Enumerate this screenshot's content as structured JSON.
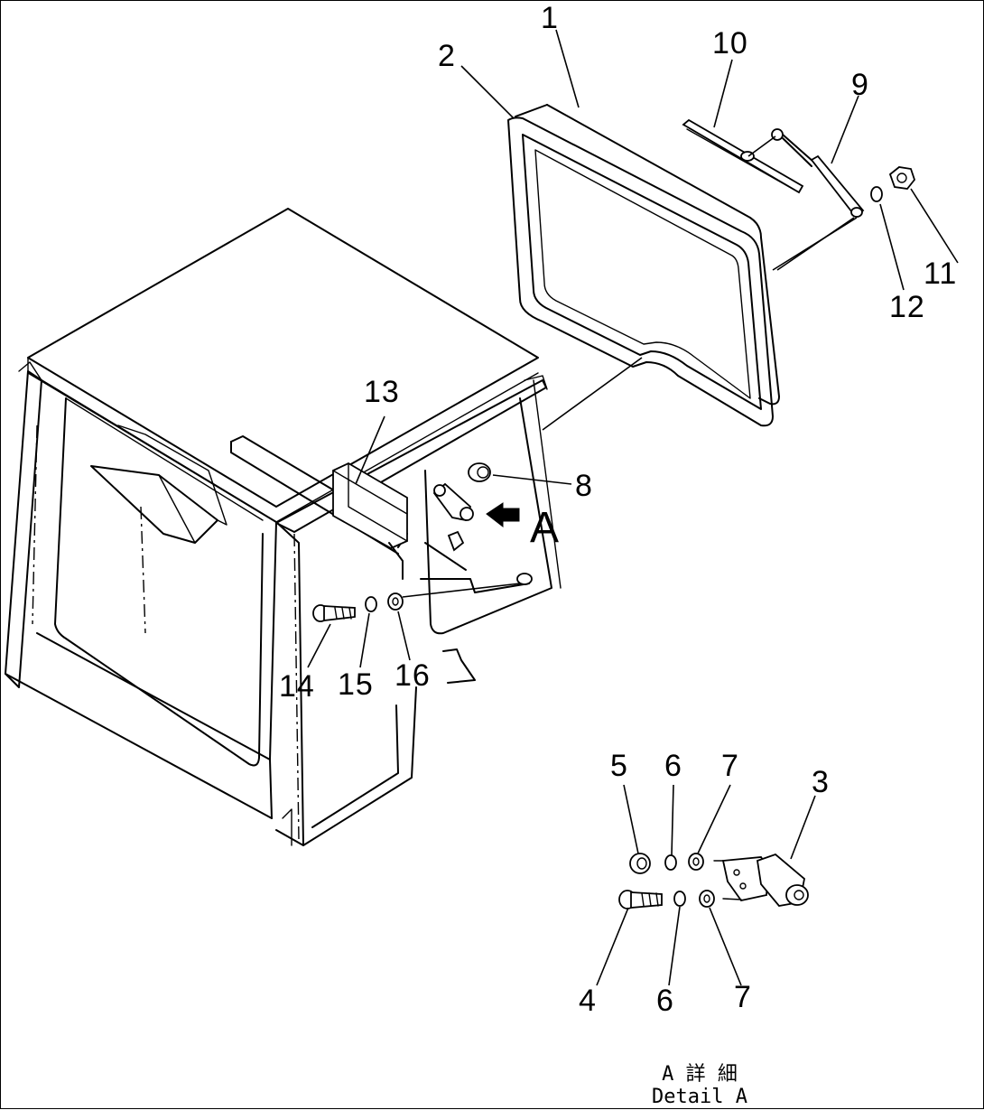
{
  "callouts": {
    "c1": "1",
    "c2": "2",
    "c3": "3",
    "c4": "4",
    "c5": "5",
    "c6a": "6",
    "c6b": "6",
    "c7a": "7",
    "c7b": "7",
    "c8": "8",
    "c9": "9",
    "c10": "10",
    "c11": "11",
    "c12": "12",
    "c13": "13",
    "c14": "14",
    "c15": "15",
    "c16": "16"
  },
  "view_marker": "A",
  "detail_caption": {
    "line1": "A 詳 細",
    "line2": "Detail A"
  }
}
